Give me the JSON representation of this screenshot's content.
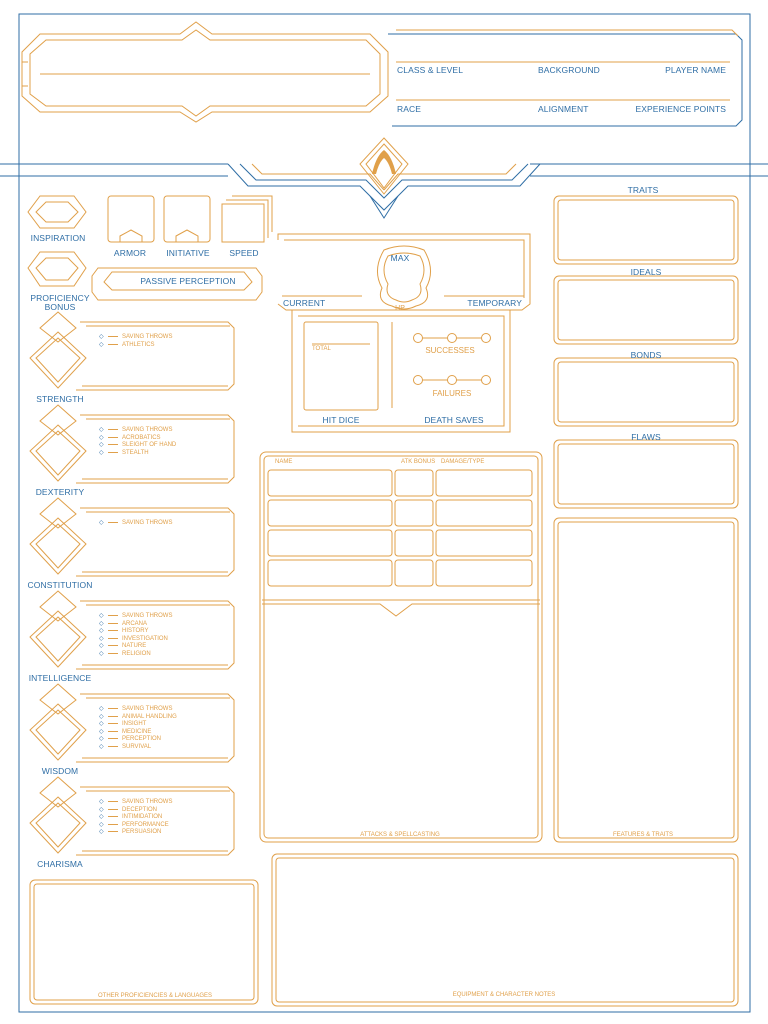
{
  "header": {
    "fields": [
      "CLASS & LEVEL",
      "BACKGROUND",
      "PLAYER NAME",
      "RACE",
      "ALIGNMENT",
      "EXPERIENCE POINTS"
    ]
  },
  "stats": {
    "inspiration": "INSPIRATION",
    "armor": "ARMOR",
    "initiative": "INITIATIVE",
    "speed": "SPEED",
    "proficiency_line1": "PROFICIENCY",
    "proficiency_line2": "BONUS",
    "passive_perception": "PASSIVE PERCEPTION"
  },
  "hp": {
    "max": "MAX",
    "current": "CURRENT",
    "temporary": "TEMPORARY",
    "hp": "HP",
    "total": "TOTAL",
    "successes": "SUCCESSES",
    "failures": "FAILURES",
    "hit_dice": "HIT DICE",
    "death_saves": "DEATH SAVES"
  },
  "abilities": [
    {
      "name": "STRENGTH",
      "skills": [
        "SAVING THROWS",
        "ATHLETICS"
      ]
    },
    {
      "name": "DEXTERITY",
      "skills": [
        "SAVING THROWS",
        "ACROBATICS",
        "SLEIGHT OF HAND",
        "STEALTH"
      ]
    },
    {
      "name": "CONSTITUTION",
      "skills": [
        "SAVING THROWS"
      ]
    },
    {
      "name": "INTELLIGENCE",
      "skills": [
        "SAVING THROWS",
        "ARCANA",
        "HISTORY",
        "INVESTIGATION",
        "NATURE",
        "RELIGION"
      ]
    },
    {
      "name": "WISDOM",
      "skills": [
        "SAVING THROWS",
        "ANIMAL HANDLING",
        "INSIGHT",
        "MEDICINE",
        "PERCEPTION",
        "SURVIVAL"
      ]
    },
    {
      "name": "CHARISMA",
      "skills": [
        "SAVING THROWS",
        "DECEPTION",
        "INTIMIDATION",
        "PERFORMANCE",
        "PERSUASION"
      ]
    }
  ],
  "attacks": {
    "name": "NAME",
    "atk_bonus": "ATK BONUS",
    "damage_type": "DAMAGE/TYPE",
    "footer": "ATTACKS & SPELLCASTING"
  },
  "personality": {
    "traits": "TRAITS",
    "ideals": "IDEALS",
    "bonds": "BONDS",
    "flaws": "FLAWS"
  },
  "features": "FEATURES & TRAITS",
  "proficiencies": "OTHER PROFICIENCIES & LANGUAGES",
  "equipment": "EQUIPMENT & CHARACTER NOTES",
  "colors": {
    "accent_blue": "#2f6ea5",
    "accent_orange": "#e0a04a"
  }
}
